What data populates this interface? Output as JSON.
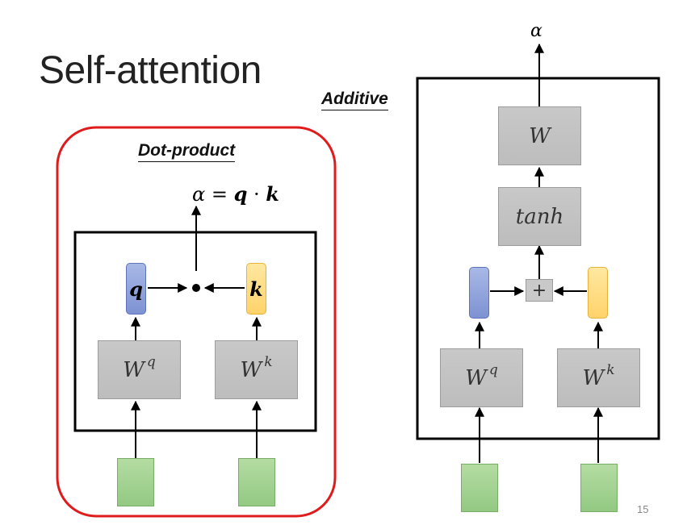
{
  "slide": {
    "title": "Self-attention",
    "page_number": "15"
  },
  "dot_product": {
    "heading": "Dot-product",
    "formula_alpha": "α",
    "formula_eq": "= ",
    "formula_q": "q",
    "formula_dot": " · ",
    "formula_k": "k",
    "q_label": "q",
    "k_label": "k",
    "wq_base": "W",
    "wq_sup": "q",
    "wk_base": "W",
    "wk_sup": "k",
    "border_color": "#e01b1b"
  },
  "additive": {
    "heading": "Additive",
    "output_label": "α",
    "w_label": "W",
    "tanh_label": "tanh",
    "plus_label": "+",
    "wq_base": "W",
    "wq_sup": "q",
    "wk_base": "W",
    "wk_sup": "k"
  },
  "colors": {
    "query_blue": "#7d92d2",
    "key_yellow": "#ffd36b",
    "input_green": "#93c983",
    "box_gray": "#bfbfbf"
  }
}
